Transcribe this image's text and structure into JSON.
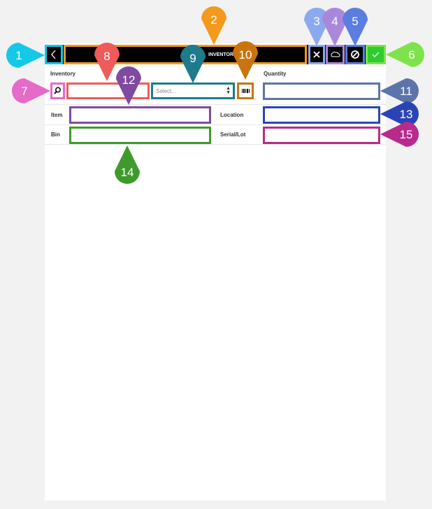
{
  "header": {
    "title": "INVENTORY",
    "back_icon": "chevron-left-icon",
    "close_icon": "close-icon",
    "cloud_icon": "cloud-icon",
    "cancel_icon": "block-icon",
    "confirm_icon": "check-icon",
    "confirm_color": "#2ecc2e"
  },
  "form": {
    "inventory_label": "Inventory",
    "quantity_label": "Quantity",
    "select_placeholder": "Select...",
    "item_label": "Item",
    "location_label": "Location",
    "bin_label": "Bin",
    "serial_label": "Serial/Lot"
  },
  "markers": [
    "1",
    "2",
    "3",
    "4",
    "5",
    "6",
    "7",
    "8",
    "9",
    "10",
    "11",
    "12",
    "13",
    "14",
    "15"
  ]
}
